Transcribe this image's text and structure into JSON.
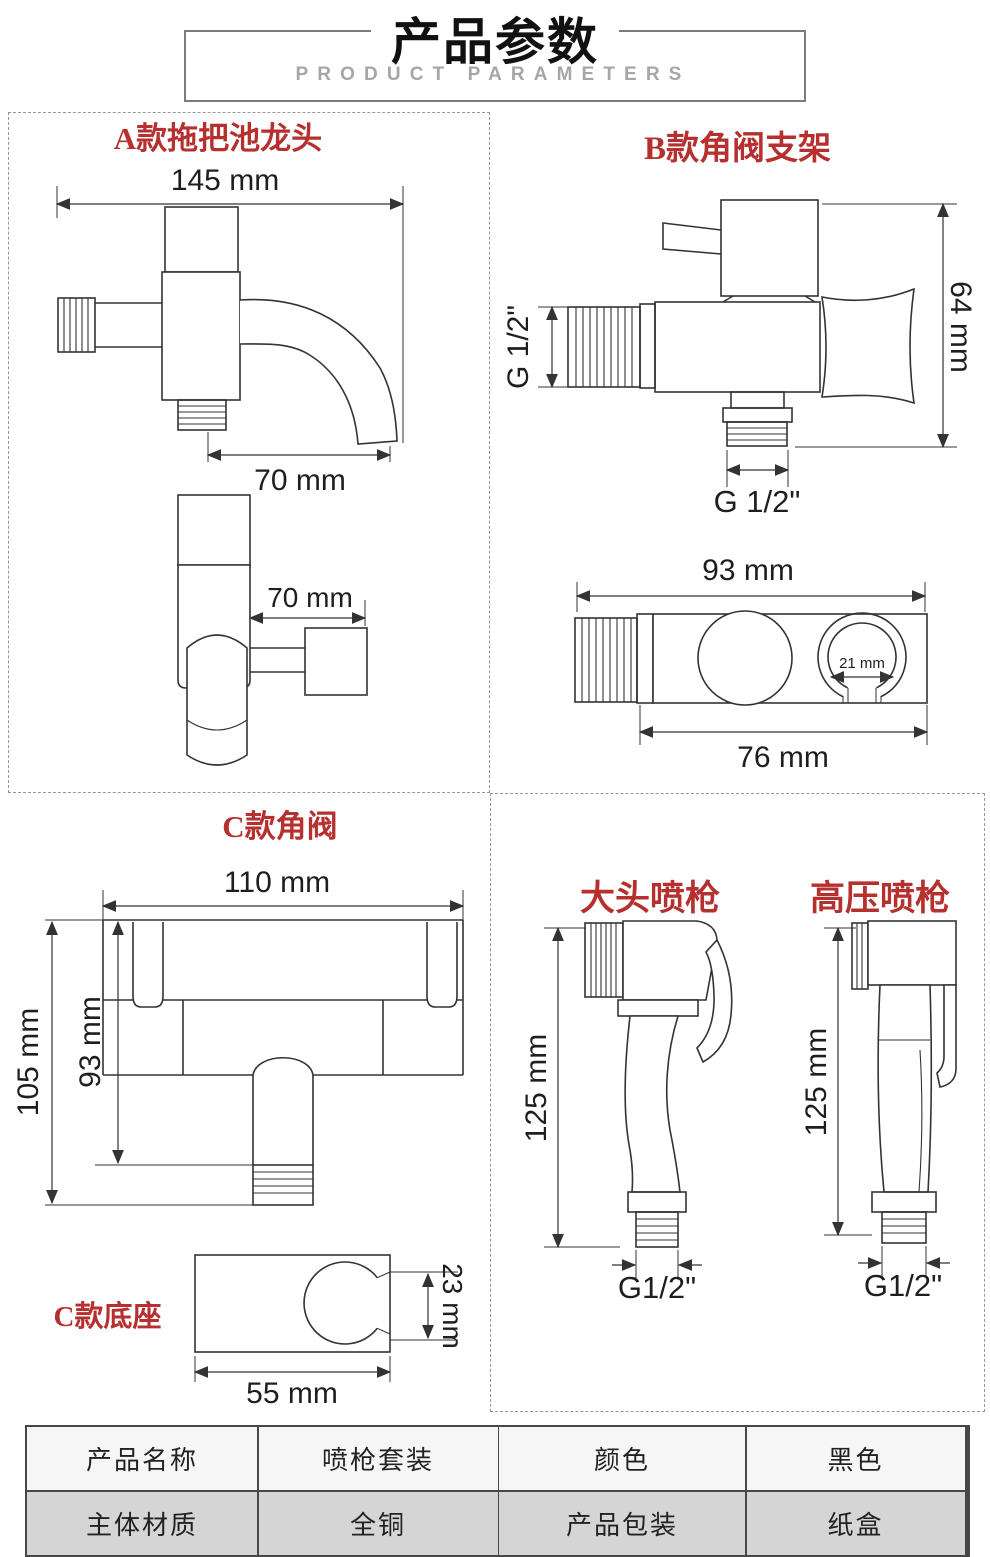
{
  "header": {
    "title": "产品参数",
    "subtitle": "PRODUCT PARAMETERS"
  },
  "sections": {
    "a": {
      "label": "A款拖把池龙头",
      "dim_width": "145 mm",
      "dim_spout": "70 mm",
      "dim_side": "70 mm"
    },
    "b": {
      "label": "B款角阀支架",
      "dim_inlet": "G 1/2\"",
      "dim_height": "64 mm",
      "dim_outlet": "G 1/2\"",
      "bracket": {
        "dim_width": "93 mm",
        "dim_clip": "21 mm",
        "dim_body": "76 mm"
      }
    },
    "c": {
      "label": "C款角阀",
      "dim_width": "110 mm",
      "dim_inner": "93 mm",
      "dim_total": "105 mm"
    },
    "c_base": {
      "label": "C款底座",
      "dim_clip": "23 mm",
      "dim_width": "55 mm"
    },
    "gun_big": {
      "label": "大头喷枪",
      "dim_height": "125 mm",
      "dim_thread": "G1/2\""
    },
    "gun_hp": {
      "label": "高压喷枪",
      "dim_height": "125 mm",
      "dim_thread": "G1/2\""
    }
  },
  "spec_table": {
    "rows": [
      [
        "产品名称",
        "喷枪套装",
        "颜色",
        "黑色"
      ],
      [
        "主体材质",
        "全铜",
        "产品包装",
        "纸盒"
      ]
    ]
  },
  "colors": {
    "accent_red": "#b5302e",
    "line": "#333333"
  }
}
